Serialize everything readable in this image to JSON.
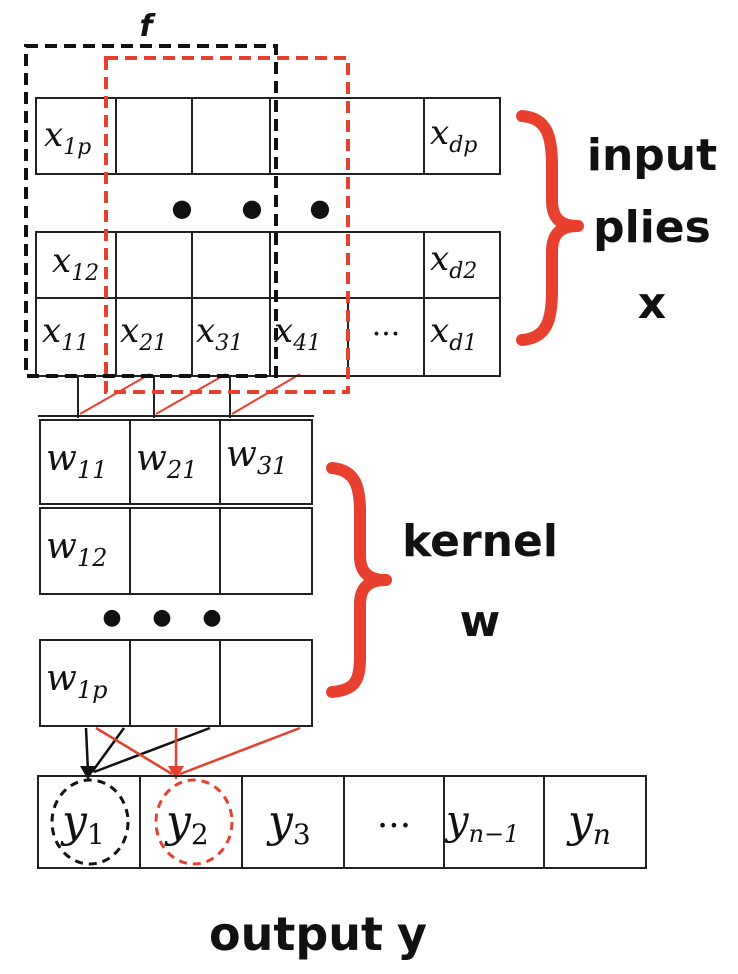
{
  "filter_label": "f",
  "colors": {
    "window_current": "#000000",
    "window_next": "#e8402f",
    "cell_border": "#222222"
  },
  "input": {
    "row_p": [
      "1p",
      "",
      "",
      "",
      "dp"
    ],
    "row_2": [
      "12",
      "",
      "",
      "",
      "d2"
    ],
    "row_1": [
      "11",
      "21",
      "31",
      "41",
      "d1"
    ],
    "ellipsis_symbol": "···",
    "dots_symbol": "●",
    "var": "x",
    "label_line1": "input",
    "label_line2": "plies",
    "label_line3": "x"
  },
  "kernel": {
    "var": "w",
    "row_1": [
      "11",
      "21",
      "31"
    ],
    "row_2": [
      "12",
      "",
      ""
    ],
    "row_p": [
      "1p",
      "",
      ""
    ],
    "dots_symbol": "●",
    "label_line1": "kernel",
    "label_line2": "w"
  },
  "output": {
    "var": "y",
    "cells": [
      "1",
      "2",
      "3",
      "···",
      "n−1",
      "n"
    ],
    "label_word": "output",
    "label_var": "y"
  }
}
